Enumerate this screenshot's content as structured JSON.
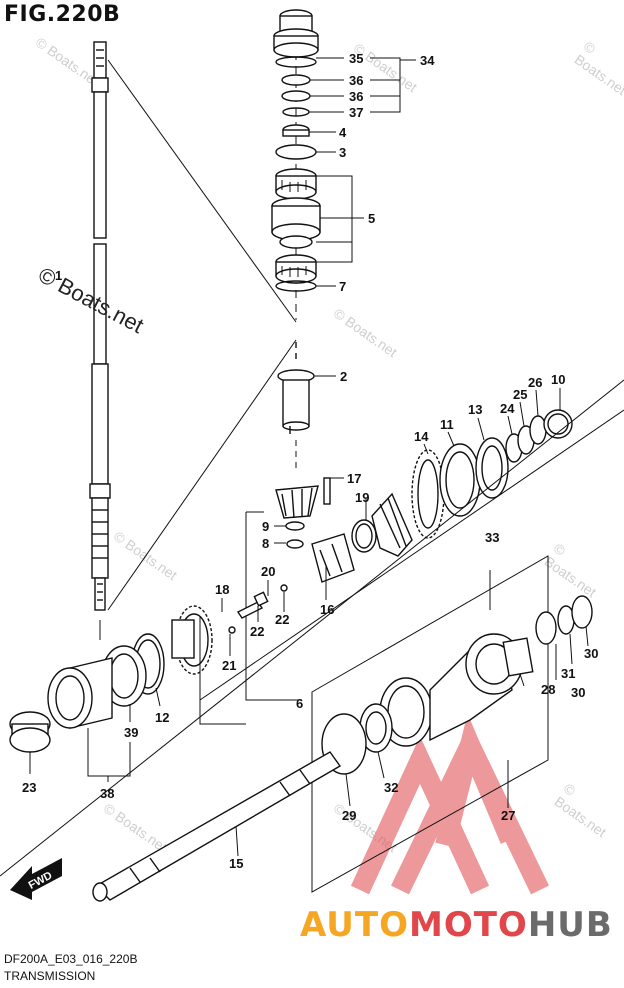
{
  "figure": {
    "title": "FIG.220B",
    "code": "DF200A_E03_016_220B",
    "section": "TRANSMISSION",
    "copyright": "© Boats.net",
    "ghost_watermark": "© Boats.net",
    "fwd_label": "FWD"
  },
  "watermark": {
    "brand_part1": "AUTO",
    "brand_part2": "MOTO",
    "brand_part3": "HUB",
    "colors": {
      "auto": "#f5a623",
      "moto": "#e0464a",
      "hub": "#6b6b6b",
      "triangle": "#e0464a"
    }
  },
  "part_numbers": [
    "1",
    "2",
    "3",
    "4",
    "5",
    "7",
    "8",
    "9",
    "10",
    "11",
    "12",
    "13",
    "14",
    "15",
    "16",
    "17",
    "18",
    "19",
    "20",
    "21",
    "22",
    "23",
    "24",
    "25",
    "26",
    "27",
    "28",
    "29",
    "30",
    "31",
    "32",
    "33",
    "34",
    "35",
    "36",
    "37",
    "38",
    "39"
  ],
  "callouts": [
    {
      "id": "35",
      "label": "35"
    },
    {
      "id": "34",
      "label": "34"
    },
    {
      "id": "36a",
      "label": "36"
    },
    {
      "id": "36b",
      "label": "36"
    },
    {
      "id": "37",
      "label": "37"
    },
    {
      "id": "4",
      "label": "4"
    },
    {
      "id": "3",
      "label": "3"
    },
    {
      "id": "5",
      "label": "5"
    },
    {
      "id": "7",
      "label": "7"
    },
    {
      "id": "1",
      "label": "1"
    },
    {
      "id": "2",
      "label": "2"
    },
    {
      "id": "17",
      "label": "17"
    },
    {
      "id": "19",
      "label": "19"
    },
    {
      "id": "9",
      "label": "9"
    },
    {
      "id": "8",
      "label": "8"
    },
    {
      "id": "20",
      "label": "20"
    },
    {
      "id": "16",
      "label": "16"
    },
    {
      "id": "18",
      "label": "18"
    },
    {
      "id": "22a",
      "label": "22"
    },
    {
      "id": "22b",
      "label": "22"
    },
    {
      "id": "21",
      "label": "21"
    },
    {
      "id": "14",
      "label": "14"
    },
    {
      "id": "11",
      "label": "11"
    },
    {
      "id": "13",
      "label": "13"
    },
    {
      "id": "24",
      "label": "24"
    },
    {
      "id": "25",
      "label": "25"
    },
    {
      "id": "26",
      "label": "26"
    },
    {
      "id": "10",
      "label": "10"
    },
    {
      "id": "33",
      "label": "33"
    },
    {
      "id": "6",
      "label": "6"
    },
    {
      "id": "12",
      "label": "12"
    },
    {
      "id": "39",
      "label": "39"
    },
    {
      "id": "23",
      "label": "23"
    },
    {
      "id": "38",
      "label": "38"
    },
    {
      "id": "15",
      "label": "15"
    },
    {
      "id": "29",
      "label": "29"
    },
    {
      "id": "32",
      "label": "32"
    },
    {
      "id": "27",
      "label": "27"
    },
    {
      "id": "28",
      "label": "28"
    },
    {
      "id": "31",
      "label": "31"
    },
    {
      "id": "30a",
      "label": "30"
    },
    {
      "id": "30b",
      "label": "30"
    }
  ]
}
